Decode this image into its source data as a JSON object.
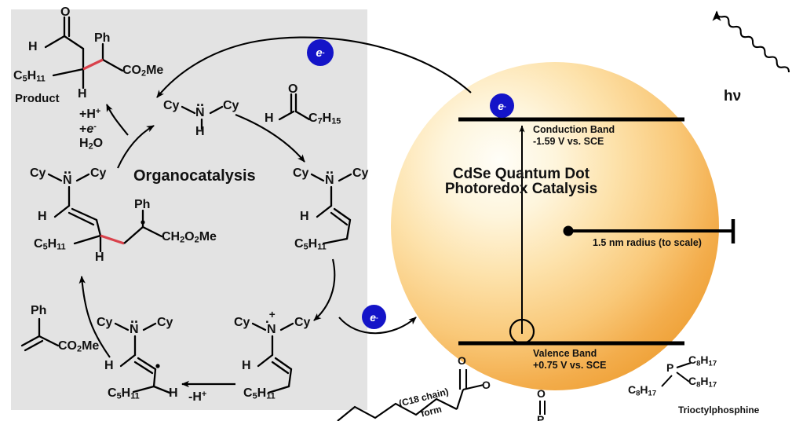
{
  "figure": {
    "domain": "scientific-mechanism-diagram",
    "background_color": "#ffffff",
    "panel_color": "#e3e3e3",
    "electron_badge_color": "#1414c8",
    "highlight_bond_color": "#d9414b",
    "quantum_dot_colors": {
      "center": "#fffdf2",
      "mid": "#fbd98a",
      "edge": "#f0a83c"
    }
  },
  "left_panel": {
    "title": "Organocatalysis",
    "product_label": "Product",
    "conditions": {
      "line1_plus": "+",
      "line1": "H",
      "line1_sup": "+",
      "line2_plus": "+",
      "line2_e": "e",
      "line2_sup": "-",
      "line3": "H",
      "line3_sub": "2",
      "line3_tail": "O"
    },
    "deprotonation_label": "-H",
    "deprotonation_sup": "+",
    "structures": {
      "product": {
        "name": "product-aldehyde-ester",
        "atoms": [
          "O",
          "H",
          "Ph",
          "CO",
          "Me",
          "H"
        ],
        "left_group": "C",
        "left_sub": "5",
        "left_tail": "H",
        "left_tail_sub": "11",
        "ester": "CO",
        "ester_sub": "2",
        "ester_tail": "Me"
      },
      "amine_catalyst": {
        "name": "dicyclohexylamine",
        "left": "Cy",
        "right": "Cy",
        "center": "N",
        "h": "H",
        "lone_pair": ".."
      },
      "octanal": {
        "name": "octanal",
        "o": "O",
        "h": "H",
        "chain": "C",
        "chain_sub": "7",
        "chain_tail": "H",
        "chain_tail_sub": "15"
      },
      "enamine_right": {
        "name": "enamine",
        "left": "Cy",
        "right": "Cy",
        "center": "N",
        "h": "H",
        "lone_pair": "..",
        "tail": "C",
        "tail_sub": "5",
        "tail_tail": "H",
        "tail_tail_sub": "11"
      },
      "radical_cation": {
        "name": "enamine-radical-cation",
        "left": "Cy",
        "right": "Cy",
        "center": "N",
        "h": "H",
        "charge_mark": ".+",
        "tail": "C",
        "tail_sub": "5",
        "tail_tail": "H",
        "tail_tail_sub": "11"
      },
      "alpha_radical": {
        "name": "alpha-amino-radical",
        "left": "Cy",
        "right": "Cy",
        "center": "N",
        "h": "H",
        "lone_pair": "..",
        "tail": "C",
        "tail_sub": "5",
        "tail_tail": "H",
        "tail_tail_sub": "11",
        "radical_h": "H"
      },
      "acrylate": {
        "name": "methyl-2-phenylacrylate",
        "ph": "Ph",
        "ester": "CO",
        "ester_sub": "2",
        "ester_tail": "Me"
      },
      "adduct_radical": {
        "name": "enamine-adduct-radical",
        "left": "Cy",
        "right": "Cy",
        "center": "N",
        "h": "H",
        "lone_pair": "..",
        "chain": "C",
        "chain_sub": "5",
        "chain_tail": "H",
        "chain_tail_sub": "11",
        "stereo_h": "H",
        "ph": "Ph",
        "ester": "CH",
        "ester_sub": "2",
        "ester_mid": "O",
        "ester_mid_sub": "2",
        "ester_tail": "Me"
      }
    }
  },
  "quantum_dot": {
    "title_line1": "CdSe Quantum Dot",
    "title_line2": "Photoredox Catalysis",
    "conduction_band": {
      "name": "Conduction Band",
      "potential": "-1.59 V vs. SCE"
    },
    "valence_band": {
      "name": "Valence Band",
      "potential": "+0.75 V vs. SCE"
    },
    "scale_bar_label": "1.5 nm radius (to scale)",
    "photon_label": "hν"
  },
  "electrons": [
    {
      "id": "electron-top",
      "label": "e",
      "charge": "-"
    },
    {
      "id": "electron-conduction",
      "label": "e",
      "charge": "-"
    },
    {
      "id": "electron-transfer",
      "label": "e",
      "charge": "-"
    }
  ],
  "ligands": {
    "oleate": {
      "name_line1": "(C18 chain)",
      "name_line2": "form",
      "o_top": "O",
      "o_right": "O"
    },
    "phosphine": {
      "label": "Trioctylphosphine",
      "p": "P",
      "arm1": "C",
      "arm1_sub": "8",
      "arm1_tail": "H",
      "arm1_tail_sub": "17",
      "arm2": "C",
      "arm2_sub": "8",
      "arm2_tail": "H",
      "arm2_tail_sub": "17",
      "arm3": "C",
      "arm3_sub": "8",
      "arm3_tail": "H",
      "arm3_tail_sub": "17"
    },
    "phosphine_oxide": {
      "o": "O",
      "p": "P"
    }
  }
}
